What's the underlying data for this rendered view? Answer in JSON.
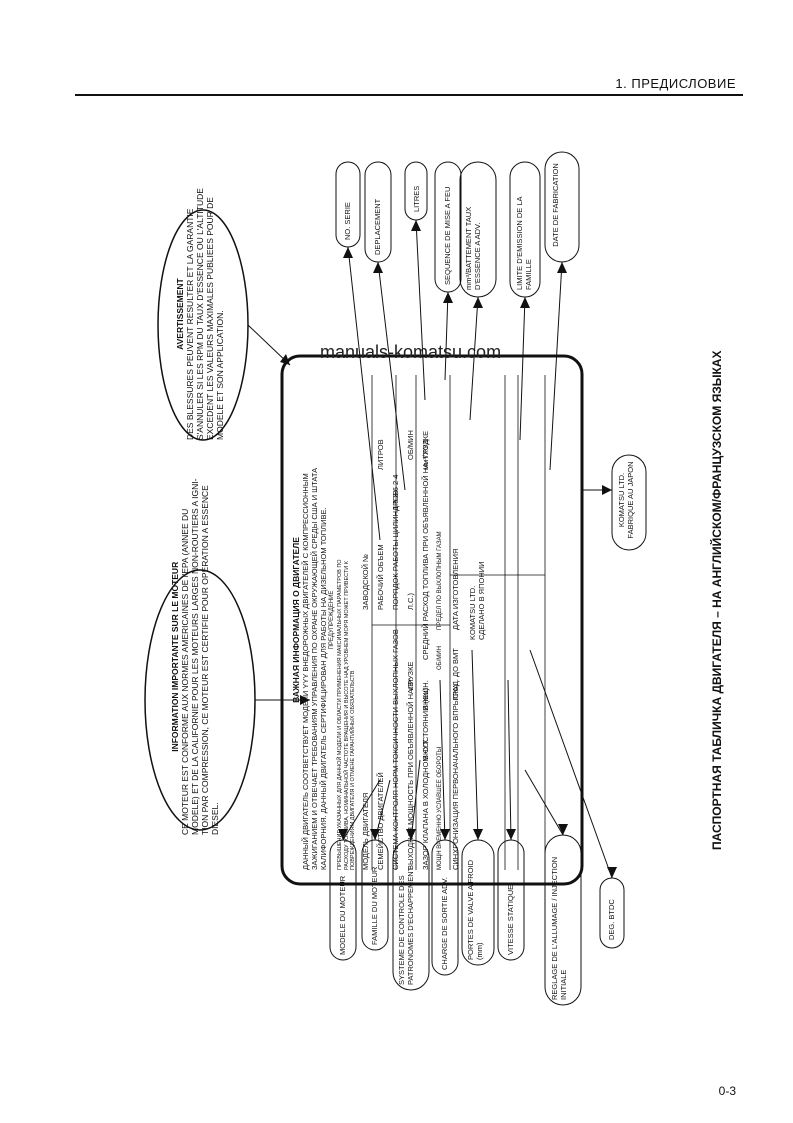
{
  "header": {
    "title": "1. ПРЕДИСЛОВИЕ"
  },
  "page_number": "0-3",
  "watermark": "manuals-komatsu.com",
  "side_caption": "ПАСПОРТНАЯ ТАБЛИЧКА ДВИГАТЕЛЯ – НА АНГЛИЙСКОМ/ФРАНЦУЗСКОМ ЯЗЫКАХ",
  "info_box": {
    "title": "INFORMATION IMPORTANTE SUR LE MOTEUR",
    "lines": [
      "CE MOTEUR EST CONFORME AUX NORMES AMERICAINES DE l'EPA (ANNEE DU",
      "MODELE) ET DE LA CALIFORNIE POUR LES MOTEURS LARGES NON-ROUTIERS A IGNI-",
      "TION PAR COMPRESSION,  CE MOTEUR EST CERTIFIE POUR OPERATION A ESSENCE",
      "DIESEL."
    ]
  },
  "warning_box": {
    "title": "AVERTISSEMENT",
    "lines": [
      "DES BLESSURES PEUVENT RESULTER ET LA GARANTIE",
      "S'ANNULER SI LES RPM DU TAUX D'ESSENCE OU L'ALTITUDE",
      "EXCEDENT LES VALEURS MAXIMALES PUBLIEES POUR DE",
      "MODELE ET SON APPLICATION."
    ]
  },
  "plate": {
    "title": "ВАЖНАЯ ИНФОРМАЦИЯ О ДВИГАТЕЛЕ",
    "intro": [
      "ДАННЫЙ ДВИГАТЕЛЬ СООТВЕТСТВУЕТ МОДЕЛИ YYY ВНЕДОРОЖНЫХ ДВИГАТЕЛЕЙ С КОМПРЕССИОННЫМ",
      "ЗАЖИГАНИЕМ И ОТВЕЧАЕТ ТРЕБОВАНИЯМ УПРАВЛЕНИЯ ПО ОХРАНЕ ОКРУЖАЮЩЕЙ СРЕДЫ США И ШТАТА",
      "КАЛИФОРНИЯ. ДАННЫЙ ДВИГАТЕЛЬ СЕРТИФИЦИРОВАН ДЛЯ РАБОТЫ НА ДИЗЕЛЬНОМ ТОПЛИВЕ."
    ],
    "warning_heading": "ПРЕДУПРЕЖДЕНИЕ",
    "warning_text": [
      "ПРЕВЫШЕНИЕ УКАЗАННЫХ ДЛЯ ДАННОЙ МОДЕЛИ И ОБЛАСТИ ПРИМЕНЕНИЯ МАКСИМАЛЬНЫХ ПАРАМЕТРОВ ПО",
      "РАСХОДУ ТОПЛИВА, НОМИНАЛЬНОЙ ЧАСТОТЕ ВРАЩЕНИЯ И ВЫСОТЕ НАД УРОВНЕМ МОРЯ МОЖЕТ ПРИВЕСТИ К",
      "ПОВРЕЖДЕНИЯМ ДВИГАТЕЛЯ И ОТМЕНЕ ГАРАНТИЙНЫХ ОБЯЗАТЕЛЬСТВ"
    ],
    "rows": {
      "model": "МОДЕЛЬ ДВИГАТЕЛЯ",
      "serial": "ЗАВОДСКОЙ №",
      "family": "СЕМЕЙСТВО ДВИГАТЕЛЕЙ",
      "displacement": "РАБОЧИЙ ОБЪЕМ",
      "liters": "ЛИТРОВ",
      "control": "СИСТЕМА КОНТРОЛЯ НОРМ ТОКСИЧНОСТИ ВЫХЛОПНЫХ ГАЗОВ",
      "firing_order": "ПОРЯДОК РАБОТЫ ЦИЛИНДРОВ",
      "firing_values": "1 5 3 6 2 4",
      "power": "ВЫХОДНАЯ МОЩНОСТЬ ПРИ ОБЪЯВЛЕННОЙ НАГРУЗКЕ",
      "kw": "кВт",
      "hp": "Л.С.)",
      "rpm": "ОБ/МИН",
      "valve": "ЗАЗОР КЛАПАНА В ХОЛОДНОМ СОСТОЯНИИ (мм)",
      "intake": "ВНУТ.",
      "exhaust": "ВНЕШН.",
      "fuel": "СРЕДНИЙ РАСХОД ТОПЛИВА ПРИ ОБЪЯВЛЕННОЙ НА- ГРУЗКЕ",
      "fuel_unit": "мм³/ХОД",
      "idle": "МОЩН ВРЕМЕННО УСЛАВШЕЕ ОБОРОТЫ",
      "idle_rpm": "ОБ/МИН",
      "limit": "ПРЕДЕЛ ПО ВЫХЛОПНЫМ ГАЗАМ",
      "timing": "СИНХРОНИЗАЦИЯ ПЕРВОНАЧАЛЬНОГО ВПРЫСКА",
      "timing_unit": "ГРАД. ДО ВМТ",
      "date": "ДАТА ИЗГОТОВЛЕНИЯ",
      "maker": "KOMATSU LTD.",
      "made_in": "СДЕЛАНО В ЯПОНИИ"
    }
  },
  "callouts_left": [
    "MODELE DU MOTEUR",
    "FAMILLE DU MOTEUR",
    "SYSTEME DE CONTROLE DES PATRONOMES D'ECHAPPEMENT",
    "CHARGE DE SORTIE ADV.",
    "PORTES DE VALVE A FROID (mm)",
    "VITESSE STATIQUE",
    "REGLAGE DE L'ALLUMAGE / INJECTION INITIALE",
    "DEG. BTDC"
  ],
  "callouts_top": [
    "NO. SERIE",
    "DEPLACEMENT",
    "LITRES",
    "SEQUENCE DE MISE A FEU",
    "mm³/BATTEMENT TAUX D'ESSENCE A ADV.",
    "LIMITE D'EMISSION DE LA FAMILLE",
    "DATE DE FABRICATION"
  ],
  "callout_bottom": "KOMATSU LTD. FABRIQUE AU JAPON"
}
